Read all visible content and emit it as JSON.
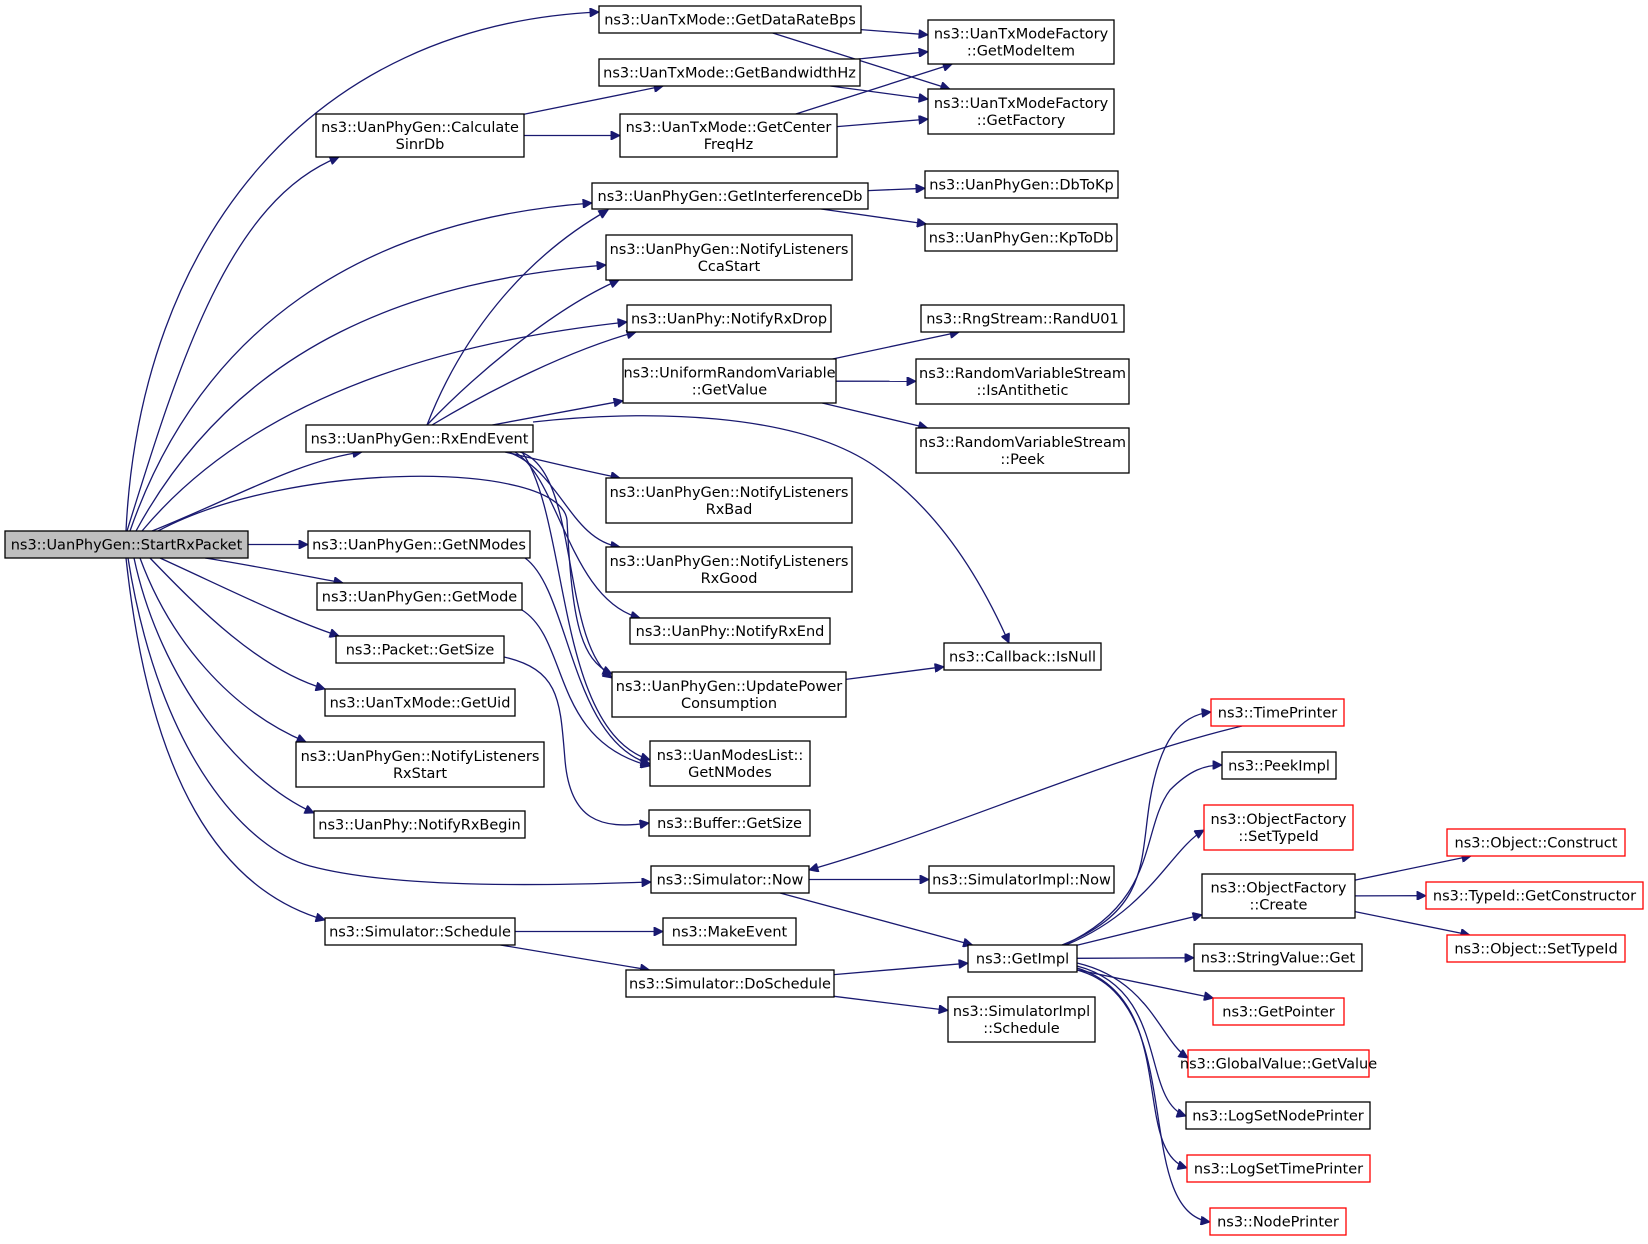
{
  "nodes": [
    {
      "id": "root",
      "lines": [
        "ns3::UanPhyGen::StartRxPacket"
      ],
      "style": "root"
    },
    {
      "id": "getDataRate",
      "lines": [
        "ns3::UanTxMode::GetDataRateBps"
      ]
    },
    {
      "id": "getBandwidth",
      "lines": [
        "ns3::UanTxMode::GetBandwidthHz"
      ]
    },
    {
      "id": "calcSinr",
      "lines": [
        "ns3::UanPhyGen::Calculate",
        "SinrDb"
      ]
    },
    {
      "id": "getCenterFreq",
      "lines": [
        "ns3::UanTxMode::GetCenter",
        "FreqHz"
      ]
    },
    {
      "id": "getModeItem",
      "lines": [
        "ns3::UanTxModeFactory",
        "::GetModeItem"
      ]
    },
    {
      "id": "getFactory",
      "lines": [
        "ns3::UanTxModeFactory",
        "::GetFactory"
      ]
    },
    {
      "id": "getInterference",
      "lines": [
        "ns3::UanPhyGen::GetInterferenceDb"
      ]
    },
    {
      "id": "dbToKp",
      "lines": [
        "ns3::UanPhyGen::DbToKp"
      ]
    },
    {
      "id": "kpToDb",
      "lines": [
        "ns3::UanPhyGen::KpToDb"
      ]
    },
    {
      "id": "notifyCca",
      "lines": [
        "ns3::UanPhyGen::NotifyListeners",
        "CcaStart"
      ]
    },
    {
      "id": "notifyRxDrop",
      "lines": [
        "ns3::UanPhy::NotifyRxDrop"
      ]
    },
    {
      "id": "randU01",
      "lines": [
        "ns3::RngStream::RandU01"
      ]
    },
    {
      "id": "urvGetValue",
      "lines": [
        "ns3::UniformRandomVariable",
        "::GetValue"
      ]
    },
    {
      "id": "isAntithetic",
      "lines": [
        "ns3::RandomVariableStream",
        "::IsAntithetic"
      ]
    },
    {
      "id": "peek",
      "lines": [
        "ns3::RandomVariableStream",
        "::Peek"
      ]
    },
    {
      "id": "rxEndEvent",
      "lines": [
        "ns3::UanPhyGen::RxEndEvent"
      ]
    },
    {
      "id": "notifyRxBad",
      "lines": [
        "ns3::UanPhyGen::NotifyListeners",
        "RxBad"
      ]
    },
    {
      "id": "notifyRxGood",
      "lines": [
        "ns3::UanPhyGen::NotifyListeners",
        "RxGood"
      ]
    },
    {
      "id": "notifyRxEnd",
      "lines": [
        "ns3::UanPhy::NotifyRxEnd"
      ]
    },
    {
      "id": "isNull",
      "lines": [
        "ns3::Callback::IsNull"
      ]
    },
    {
      "id": "getNModes",
      "lines": [
        "ns3::UanPhyGen::GetNModes"
      ]
    },
    {
      "id": "getMode",
      "lines": [
        "ns3::UanPhyGen::GetMode"
      ]
    },
    {
      "id": "updatePower",
      "lines": [
        "ns3::UanPhyGen::UpdatePower",
        "Consumption"
      ]
    },
    {
      "id": "packetGetSize",
      "lines": [
        "ns3::Packet::GetSize"
      ]
    },
    {
      "id": "getUid",
      "lines": [
        "ns3::UanTxMode::GetUid"
      ]
    },
    {
      "id": "modesListGetN",
      "lines": [
        "ns3::UanModesList::",
        "GetNModes"
      ]
    },
    {
      "id": "notifyRxStart",
      "lines": [
        "ns3::UanPhyGen::NotifyListeners",
        "RxStart"
      ]
    },
    {
      "id": "bufferGetSize",
      "lines": [
        "ns3::Buffer::GetSize"
      ]
    },
    {
      "id": "notifyRxBegin",
      "lines": [
        "ns3::UanPhy::NotifyRxBegin"
      ]
    },
    {
      "id": "simNow",
      "lines": [
        "ns3::Simulator::Now"
      ]
    },
    {
      "id": "simImplNow",
      "lines": [
        "ns3::SimulatorImpl::Now"
      ]
    },
    {
      "id": "simSchedule",
      "lines": [
        "ns3::Simulator::Schedule"
      ]
    },
    {
      "id": "makeEvent",
      "lines": [
        "ns3::MakeEvent"
      ]
    },
    {
      "id": "doSchedule",
      "lines": [
        "ns3::Simulator::DoSchedule"
      ]
    },
    {
      "id": "getImpl",
      "lines": [
        "ns3::GetImpl"
      ]
    },
    {
      "id": "simImplSchedule",
      "lines": [
        "ns3::SimulatorImpl",
        "::Schedule"
      ]
    },
    {
      "id": "timePrinter",
      "lines": [
        "ns3::TimePrinter"
      ],
      "style": "ext"
    },
    {
      "id": "peekImpl",
      "lines": [
        "ns3::PeekImpl"
      ]
    },
    {
      "id": "ofSetTypeId",
      "lines": [
        "ns3::ObjectFactory",
        "::SetTypeId"
      ],
      "style": "ext"
    },
    {
      "id": "ofCreate",
      "lines": [
        "ns3::ObjectFactory",
        "::Create"
      ]
    },
    {
      "id": "objConstruct",
      "lines": [
        "ns3::Object::Construct"
      ],
      "style": "ext"
    },
    {
      "id": "getConstructor",
      "lines": [
        "ns3::TypeId::GetConstructor"
      ],
      "style": "ext"
    },
    {
      "id": "objSetTypeId",
      "lines": [
        "ns3::Object::SetTypeId"
      ],
      "style": "ext"
    },
    {
      "id": "stringValueGet",
      "lines": [
        "ns3::StringValue::Get"
      ]
    },
    {
      "id": "getPointer",
      "lines": [
        "ns3::GetPointer"
      ],
      "style": "ext"
    },
    {
      "id": "globalValueGet",
      "lines": [
        "ns3::GlobalValue::GetValue"
      ],
      "style": "ext"
    },
    {
      "id": "logSetNodePrinter",
      "lines": [
        "ns3::LogSetNodePrinter"
      ]
    },
    {
      "id": "logSetTimePrinter",
      "lines": [
        "ns3::LogSetTimePrinter"
      ],
      "style": "ext"
    },
    {
      "id": "nodePrinter",
      "lines": [
        "ns3::NodePrinter"
      ],
      "style": "ext"
    }
  ],
  "edges": [
    [
      "root",
      "getDataRate"
    ],
    [
      "root",
      "calcSinr"
    ],
    [
      "root",
      "getInterference"
    ],
    [
      "root",
      "notifyCca"
    ],
    [
      "root",
      "notifyRxDrop"
    ],
    [
      "root",
      "rxEndEvent"
    ],
    [
      "root",
      "updatePower"
    ],
    [
      "root",
      "getNModes"
    ],
    [
      "root",
      "getMode"
    ],
    [
      "root",
      "packetGetSize"
    ],
    [
      "root",
      "getUid"
    ],
    [
      "root",
      "notifyRxStart"
    ],
    [
      "root",
      "notifyRxBegin"
    ],
    [
      "root",
      "simNow"
    ],
    [
      "root",
      "simSchedule"
    ],
    [
      "getDataRate",
      "getModeItem"
    ],
    [
      "getDataRate",
      "getFactory"
    ],
    [
      "getBandwidth",
      "getModeItem"
    ],
    [
      "getBandwidth",
      "getFactory"
    ],
    [
      "calcSinr",
      "getBandwidth"
    ],
    [
      "calcSinr",
      "getCenterFreq"
    ],
    [
      "getCenterFreq",
      "getModeItem"
    ],
    [
      "getCenterFreq",
      "getFactory"
    ],
    [
      "getInterference",
      "dbToKp"
    ],
    [
      "getInterference",
      "kpToDb"
    ],
    [
      "rxEndEvent",
      "getInterference"
    ],
    [
      "rxEndEvent",
      "notifyCca"
    ],
    [
      "rxEndEvent",
      "notifyRxDrop"
    ],
    [
      "rxEndEvent",
      "urvGetValue"
    ],
    [
      "rxEndEvent",
      "isNull"
    ],
    [
      "rxEndEvent",
      "notifyRxBad"
    ],
    [
      "rxEndEvent",
      "notifyRxGood"
    ],
    [
      "rxEndEvent",
      "notifyRxEnd"
    ],
    [
      "rxEndEvent",
      "updatePower"
    ],
    [
      "rxEndEvent",
      "modesListGetN"
    ],
    [
      "urvGetValue",
      "randU01"
    ],
    [
      "urvGetValue",
      "isAntithetic"
    ],
    [
      "urvGetValue",
      "peek"
    ],
    [
      "updatePower",
      "isNull"
    ],
    [
      "getNModes",
      "modesListGetN"
    ],
    [
      "getMode",
      "modesListGetN"
    ],
    [
      "packetGetSize",
      "bufferGetSize"
    ],
    [
      "simNow",
      "simImplNow"
    ],
    [
      "simNow",
      "getImpl"
    ],
    [
      "simSchedule",
      "makeEvent"
    ],
    [
      "simSchedule",
      "doSchedule"
    ],
    [
      "doSchedule",
      "getImpl"
    ],
    [
      "doSchedule",
      "simImplSchedule"
    ],
    [
      "timePrinter",
      "simNow"
    ],
    [
      "getImpl",
      "timePrinter"
    ],
    [
      "getImpl",
      "peekImpl"
    ],
    [
      "getImpl",
      "ofSetTypeId"
    ],
    [
      "getImpl",
      "ofCreate"
    ],
    [
      "getImpl",
      "stringValueGet"
    ],
    [
      "getImpl",
      "getPointer"
    ],
    [
      "getImpl",
      "globalValueGet"
    ],
    [
      "getImpl",
      "logSetNodePrinter"
    ],
    [
      "getImpl",
      "logSetTimePrinter"
    ],
    [
      "getImpl",
      "nodePrinter"
    ],
    [
      "ofCreate",
      "objConstruct"
    ],
    [
      "ofCreate",
      "getConstructor"
    ],
    [
      "ofCreate",
      "objSetTypeId"
    ]
  ],
  "colors": {
    "edge": "#191970",
    "root_fill": "#bfbfbf",
    "external_border": "#ff0000"
  }
}
